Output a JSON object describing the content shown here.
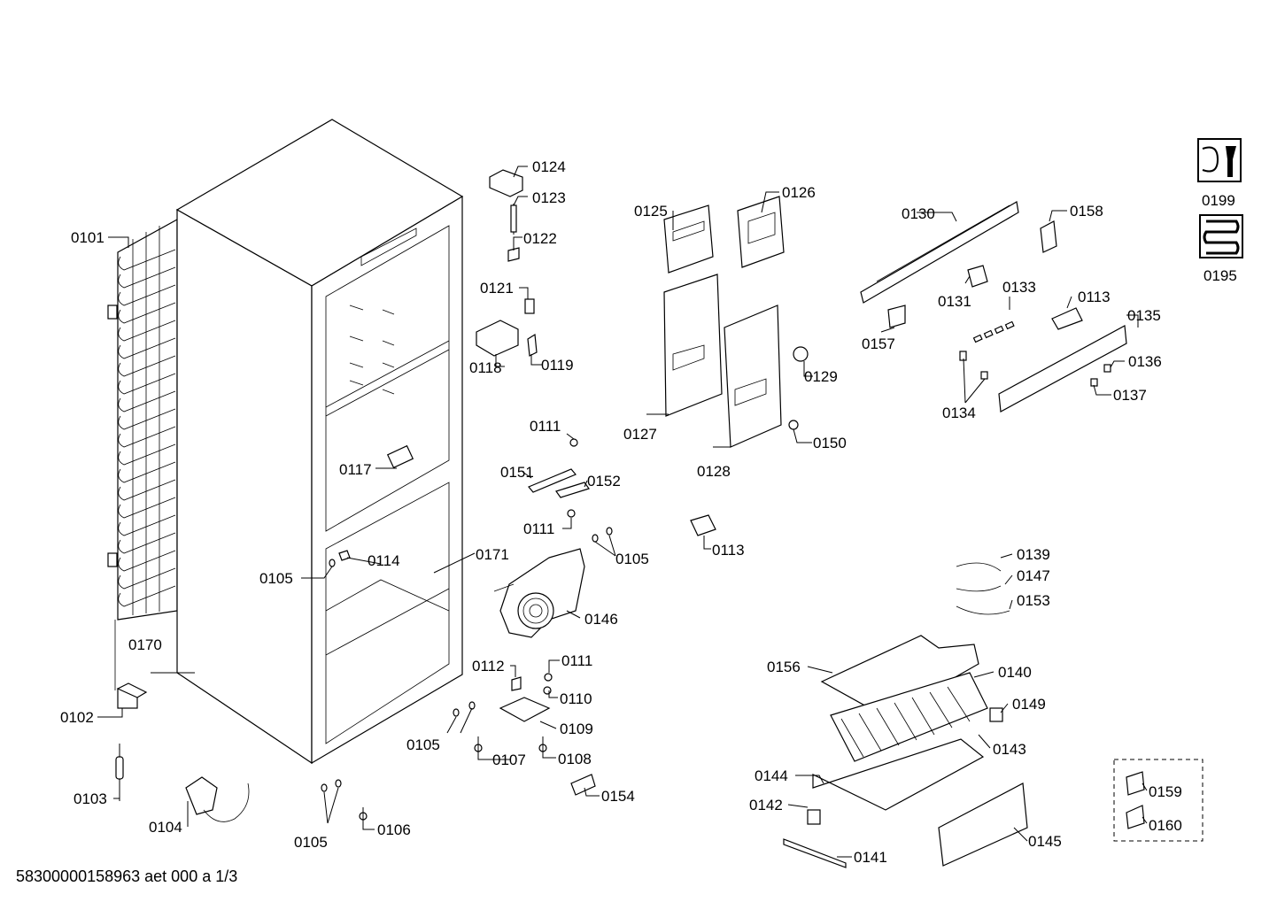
{
  "document_id": "58300000158963 aet 000 a 1/3",
  "labels": {
    "p0101": "0101",
    "p0102": "0102",
    "p0103": "0103",
    "p0104": "0104",
    "p0105a": "0105",
    "p0105b": "0105",
    "p0105c": "0105",
    "p0105d": "0105",
    "p0106": "0106",
    "p0107": "0107",
    "p0108": "0108",
    "p0109": "0109",
    "p0110": "0110",
    "p0111a": "0111",
    "p0111b": "0111",
    "p0111c": "0111",
    "p0112": "0112",
    "p0113a": "0113",
    "p0113b": "0113",
    "p0114": "0114",
    "p0117": "0117",
    "p0118": "0118",
    "p0119": "0119",
    "p0121": "0121",
    "p0122": "0122",
    "p0123": "0123",
    "p0124": "0124",
    "p0125": "0125",
    "p0126": "0126",
    "p0127": "0127",
    "p0128": "0128",
    "p0129": "0129",
    "p0130": "0130",
    "p0131": "0131",
    "p0133": "0133",
    "p0134": "0134",
    "p0135": "0135",
    "p0136": "0136",
    "p0137": "0137",
    "p0139": "0139",
    "p0140": "0140",
    "p0141": "0141",
    "p0142": "0142",
    "p0143": "0143",
    "p0144": "0144",
    "p0145": "0145",
    "p0146": "0146",
    "p0147": "0147",
    "p0149": "0149",
    "p0150": "0150",
    "p0151": "0151",
    "p0152": "0152",
    "p0153": "0153",
    "p0154": "0154",
    "p0156": "0156",
    "p0157": "0157",
    "p0158": "0158",
    "p0159": "0159",
    "p0160": "0160",
    "p0170": "0170",
    "p0171": "0171",
    "p0195": "0195",
    "p0199": "0199"
  },
  "icons": {
    "service": "tools-icon",
    "coil": "coil-icon"
  }
}
